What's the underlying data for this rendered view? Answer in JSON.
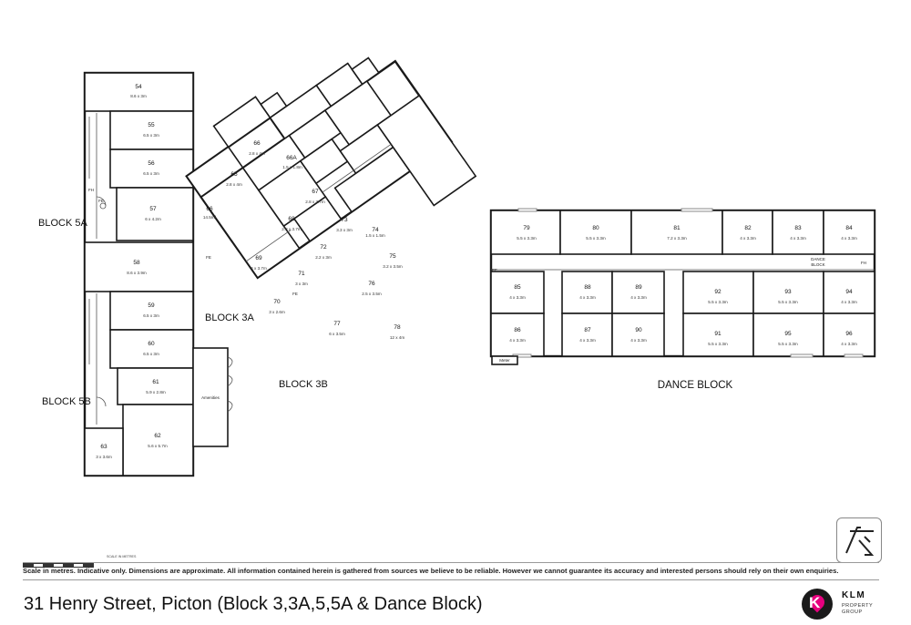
{
  "blocks": {
    "b5a": "BLOCK 5A",
    "b5b": "BLOCK 5B",
    "b3a": "BLOCK 3A",
    "b3b": "BLOCK 3B",
    "dance": "DANCE BLOCK"
  },
  "block5": [
    {
      "num": "54",
      "dim": "8.6 x 3m"
    },
    {
      "num": "55",
      "dim": "6.5 x 3m"
    },
    {
      "num": "56",
      "dim": "6.5 x 3m"
    },
    {
      "num": "57",
      "dim": "6 x 4.2m"
    },
    {
      "num": "58",
      "dim": "8.6 x 3.9m"
    },
    {
      "num": "59",
      "dim": "6.5 x 3m"
    },
    {
      "num": "60",
      "dim": "6.5 x 3m"
    },
    {
      "num": "61",
      "dim": "5.9 x 2.8m"
    },
    {
      "num": "62",
      "dim": "5.6 x 5.7m"
    },
    {
      "num": "63",
      "dim": "3 x 3.6m"
    }
  ],
  "amenities": "Amenities",
  "block3": [
    {
      "num": "66",
      "dim": "2.8 x 4m"
    },
    {
      "num": "65",
      "dim": "2.8 x 4m"
    },
    {
      "num": "66A",
      "dim": "1.5 x 1.8m"
    },
    {
      "num": "66",
      "dim": "14.5m²"
    },
    {
      "num": "67",
      "dim": "2.8 x 3.7m"
    },
    {
      "num": "68",
      "dim": "2.8 x 3.7m"
    },
    {
      "num": "73",
      "dim": "3.3 x 3m"
    },
    {
      "num": "74",
      "dim": "1.5 x 1.5m"
    },
    {
      "num": "69",
      "dim": "4 x 3.7m"
    },
    {
      "num": "72",
      "dim": "2.2 x 3m"
    },
    {
      "num": "75",
      "dim": "3.2 x 3.5m"
    },
    {
      "num": "71",
      "dim": "3 x 3m"
    },
    {
      "num": "76",
      "dim": "2.5 x 3.5m"
    },
    {
      "num": "70",
      "dim": "3 x 2.6m"
    },
    {
      "num": "77",
      "dim": "6 x 3.5m"
    },
    {
      "num": "78",
      "dim": "12 x 4m"
    }
  ],
  "dance": [
    {
      "num": "79",
      "dim": "5.5 x 3.3m"
    },
    {
      "num": "80",
      "dim": "5.5 x 3.3m"
    },
    {
      "num": "81",
      "dim": "7.2 x 3.3m"
    },
    {
      "num": "82",
      "dim": "4 x 3.3m"
    },
    {
      "num": "83",
      "dim": "4 x 3.3m"
    },
    {
      "num": "84",
      "dim": "4 x 3.3m"
    },
    {
      "num": "85",
      "dim": "4 x 3.3m"
    },
    {
      "num": "88",
      "dim": "4 x 3.3m"
    },
    {
      "num": "89",
      "dim": "4 x 3.3m"
    },
    {
      "num": "92",
      "dim": "5.5 x 3.3m"
    },
    {
      "num": "93",
      "dim": "5.5 x 3.3m"
    },
    {
      "num": "94",
      "dim": "4 x 3.3m"
    },
    {
      "num": "86",
      "dim": "4 x 3.3m"
    },
    {
      "num": "87",
      "dim": "4 x 3.3m"
    },
    {
      "num": "90",
      "dim": "4 x 3.3m"
    },
    {
      "num": "91",
      "dim": "5.5 x 3.3m"
    },
    {
      "num": "95",
      "dim": "5.5 x 3.3m"
    },
    {
      "num": "96",
      "dim": "4 x 3.3m"
    }
  ],
  "labels": {
    "fh": "FH",
    "fe": "FE",
    "meter": "Meter",
    "dance_block_hall_1": "DANCE",
    "dance_block_hall_2": "BLOCK"
  },
  "scale_label": "SCALE IN METRES",
  "disclaimer": "Scale in metres. Indicative only. Dimensions are approximate. All information contained herein is gathered from sources we believe to be reliable. However we cannot guarantee its accuracy and interested persons should rely on their own enquiries.",
  "address": "31 Henry Street, Picton (Block 3,3A,5,5A & Dance Block)",
  "logo": {
    "mark": "K",
    "name": "KLM",
    "sub1": "PROPERTY",
    "sub2": "GROUP"
  },
  "colors": {
    "accent": "#e6007e",
    "ink": "#1a1a1a"
  }
}
